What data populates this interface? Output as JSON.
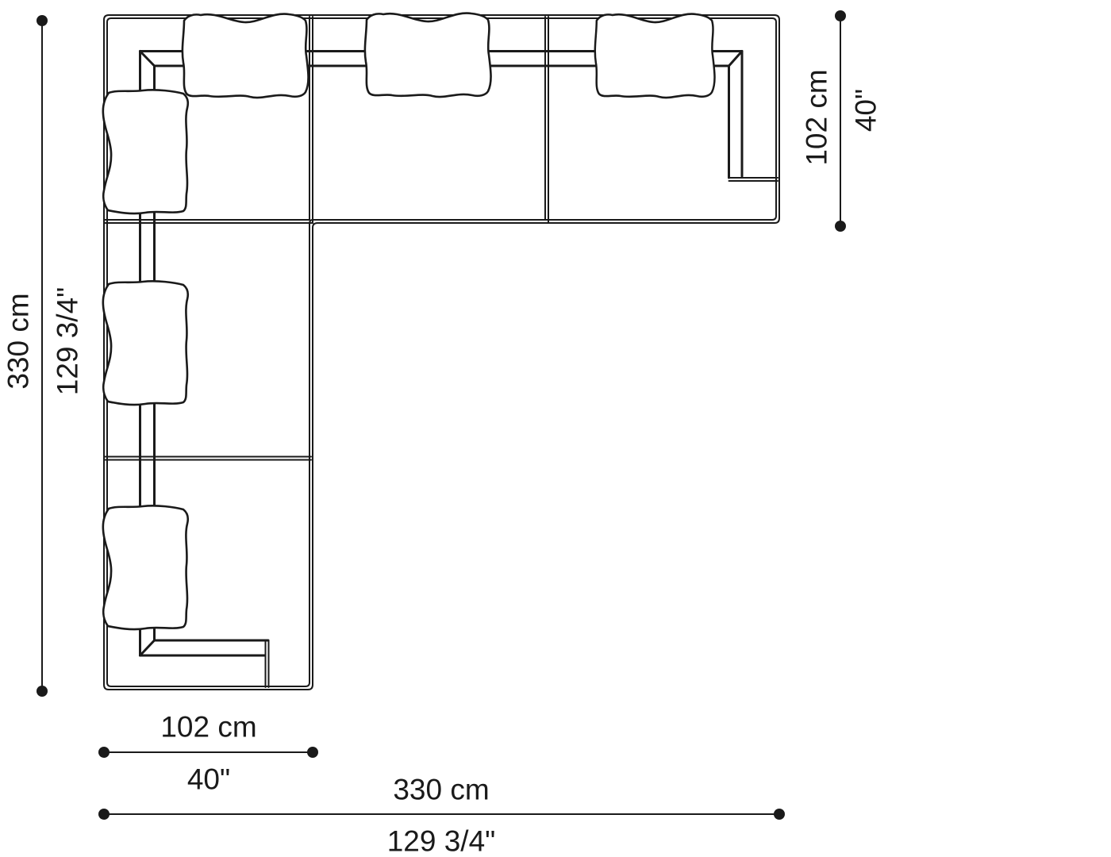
{
  "colors": {
    "ink": "#1a1a1a",
    "paper": "#ffffff"
  },
  "drawing": {
    "kind": "sectional-sofa-plan-top-view",
    "back_pillow_count": 6,
    "seat_module_count": 5
  },
  "dimensions": {
    "left_overall": {
      "metric": "330 cm",
      "imperial": "129 3/4\""
    },
    "right_depth": {
      "metric": "102 cm",
      "imperial": "40\""
    },
    "bottom_module": {
      "metric": "102 cm",
      "imperial": "40\""
    },
    "bottom_overall": {
      "metric": "330 cm",
      "imperial": "129 3/4\""
    }
  }
}
